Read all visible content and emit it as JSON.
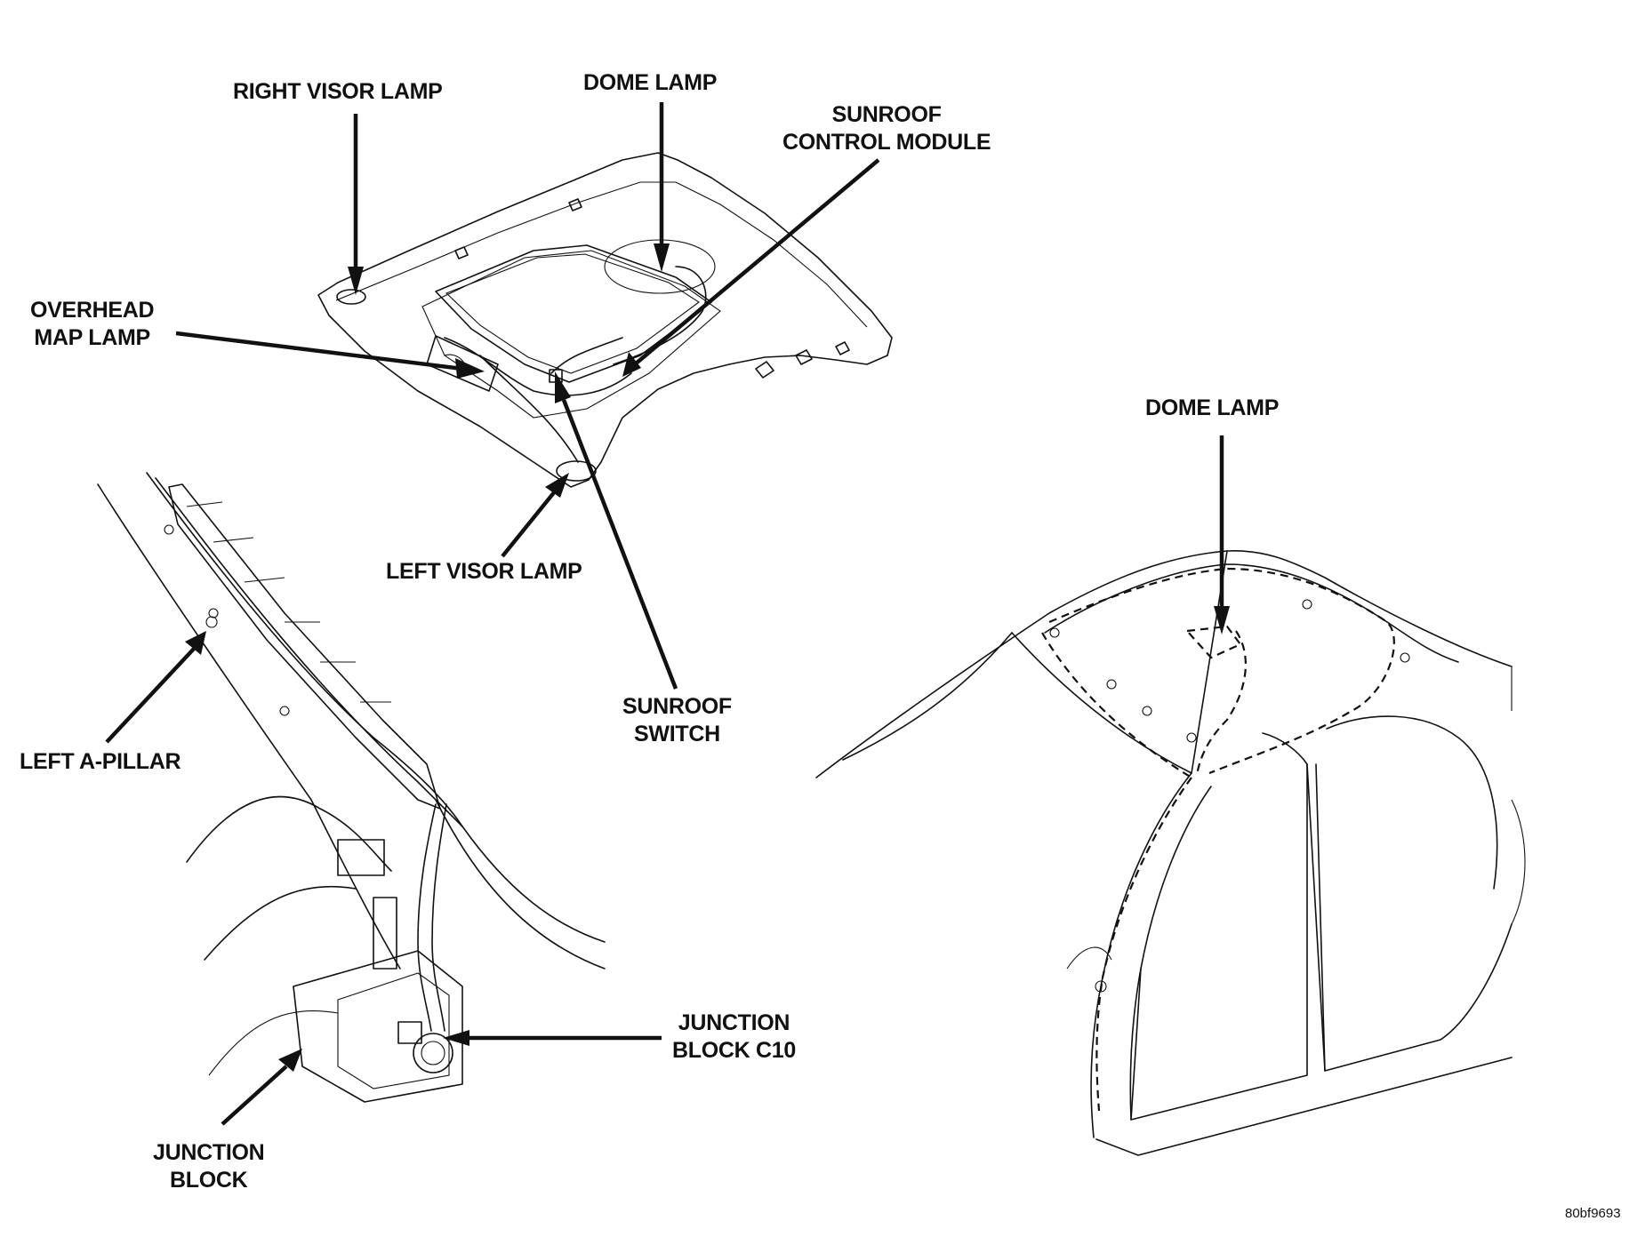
{
  "labels": {
    "right_visor_lamp": "RIGHT VISOR LAMP",
    "dome_lamp_top": "DOME LAMP",
    "sunroof_control_module": [
      "SUNROOF",
      "CONTROL MODULE"
    ],
    "overhead_map_lamp": [
      "OVERHEAD",
      "MAP LAMP"
    ],
    "left_visor_lamp": "LEFT VISOR LAMP",
    "sunroof_switch": [
      "SUNROOF",
      "SWITCH"
    ],
    "left_a_pillar": "LEFT A-PILLAR",
    "junction_block_c10": [
      "JUNCTION",
      "BLOCK C10"
    ],
    "junction_block": [
      "JUNCTION",
      "BLOCK"
    ],
    "dome_lamp_right": "DOME LAMP"
  },
  "figure_code": "80bf9693"
}
